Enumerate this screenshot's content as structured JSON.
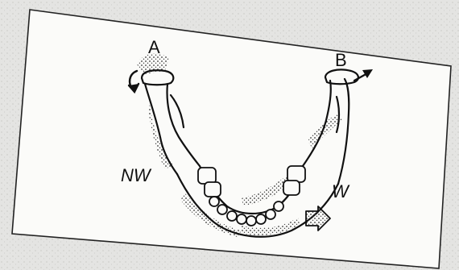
{
  "labels": {
    "a": "A",
    "b": "B",
    "nw": "NW",
    "w": "W"
  },
  "colors": {
    "background": "#e4e4e2",
    "card": "#fbfbf9",
    "ink": "#111111",
    "stipple": "#333333"
  }
}
